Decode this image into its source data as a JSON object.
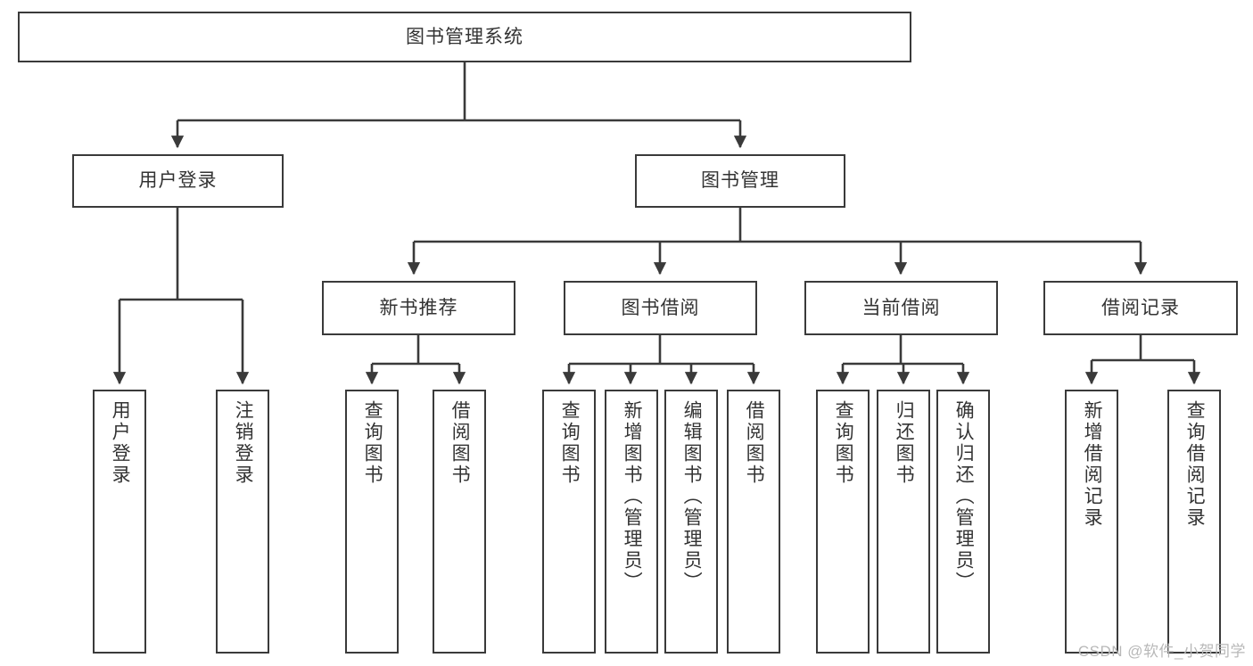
{
  "diagram": {
    "title": "图书管理系统",
    "type": "tree-hierarchy-chart",
    "watermark": "CSDN @软件_小贺同学",
    "colors": {
      "border": "#3a3a3a",
      "text": "#333333",
      "background": "#ffffff",
      "watermark": "#b8b8b8"
    },
    "root": {
      "label": "图书管理系统"
    },
    "level2": [
      {
        "label": "用户登录"
      },
      {
        "label": "图书管理"
      }
    ],
    "level3": [
      {
        "label": "新书推荐"
      },
      {
        "label": "图书借阅"
      },
      {
        "label": "当前借阅"
      },
      {
        "label": "借阅记录"
      }
    ],
    "leaves": {
      "user_login": [
        {
          "label": "用户登录"
        },
        {
          "label": "注销登录"
        }
      ],
      "new_book_recommend": [
        {
          "label": "查询图书"
        },
        {
          "label": "借阅图书"
        }
      ],
      "book_borrow": [
        {
          "label": "查询图书"
        },
        {
          "label": "新增图书（管理员）"
        },
        {
          "label": "编辑图书（管理员）"
        },
        {
          "label": "借阅图书"
        }
      ],
      "current_borrow": [
        {
          "label": "查询图书"
        },
        {
          "label": "归还图书"
        },
        {
          "label": "确认归还（管理员）"
        }
      ],
      "borrow_record": [
        {
          "label": "新增借阅记录"
        },
        {
          "label": "查询借阅记录"
        }
      ]
    }
  }
}
